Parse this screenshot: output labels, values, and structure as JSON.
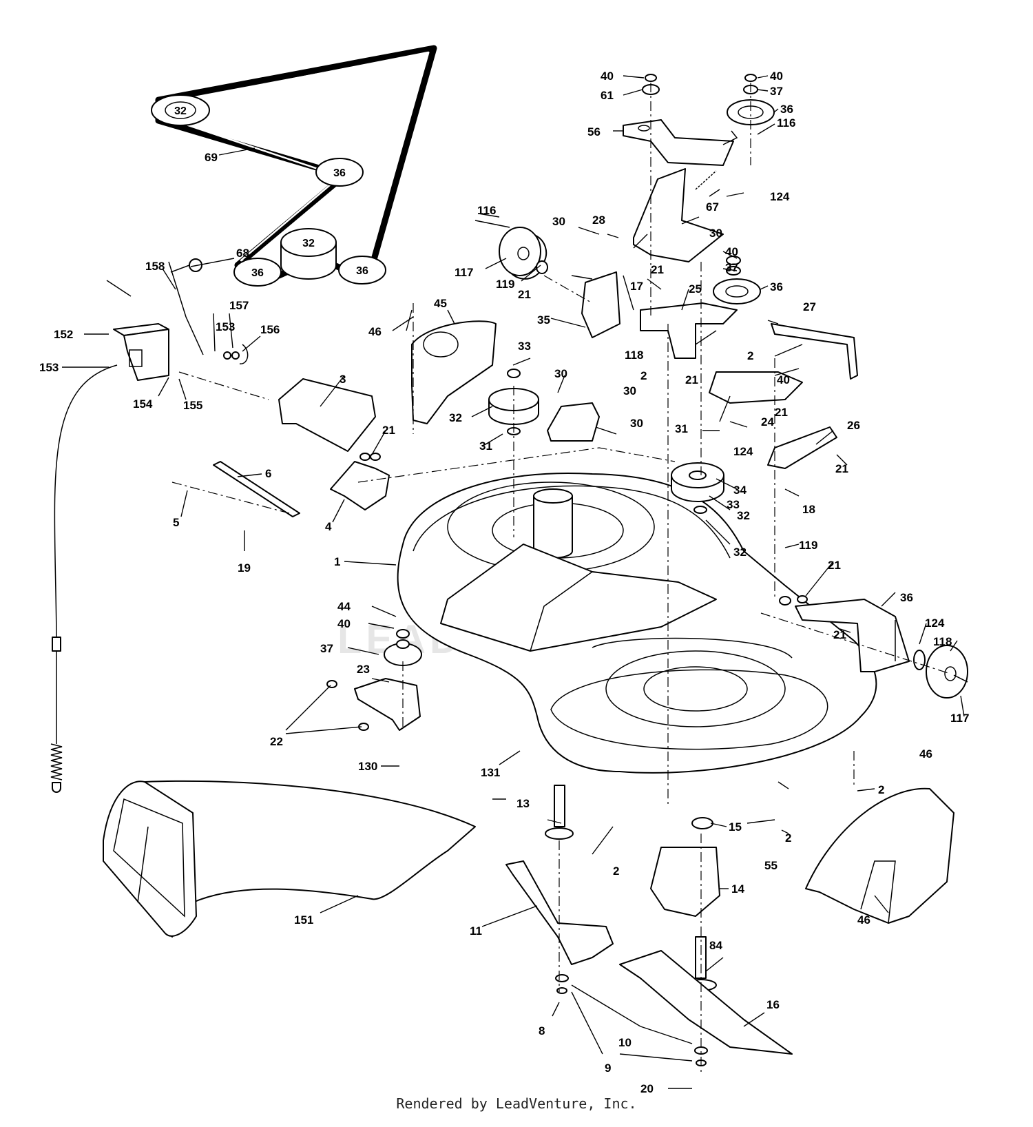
{
  "watermark": "LEADVENTURE",
  "footer": "Rendered by LeadVenture, Inc.",
  "belt_pulley_labels": [
    "32",
    "36",
    "32",
    "36",
    "36"
  ],
  "callouts": [
    "1",
    "2",
    "2",
    "2",
    "2",
    "2",
    "3",
    "4",
    "5",
    "6",
    "8",
    "9",
    "10",
    "11",
    "13",
    "14",
    "15",
    "16",
    "17",
    "18",
    "19",
    "20",
    "21",
    "21",
    "21",
    "21",
    "21",
    "21",
    "21",
    "21",
    "22",
    "23",
    "24",
    "25",
    "26",
    "27",
    "28",
    "30",
    "30",
    "30",
    "30",
    "30",
    "31",
    "31",
    "32",
    "32",
    "32",
    "33",
    "33",
    "34",
    "35",
    "36",
    "36",
    "36",
    "37",
    "37",
    "37",
    "40",
    "40",
    "40",
    "40",
    "40",
    "44",
    "45",
    "46",
    "46",
    "46",
    "55",
    "56",
    "61",
    "67",
    "68",
    "69",
    "84",
    "116",
    "116",
    "117",
    "117",
    "118",
    "118",
    "119",
    "119",
    "124",
    "124",
    "124",
    "130",
    "131",
    "151",
    "152",
    "153",
    "153",
    "154",
    "155",
    "156",
    "157",
    "158"
  ]
}
